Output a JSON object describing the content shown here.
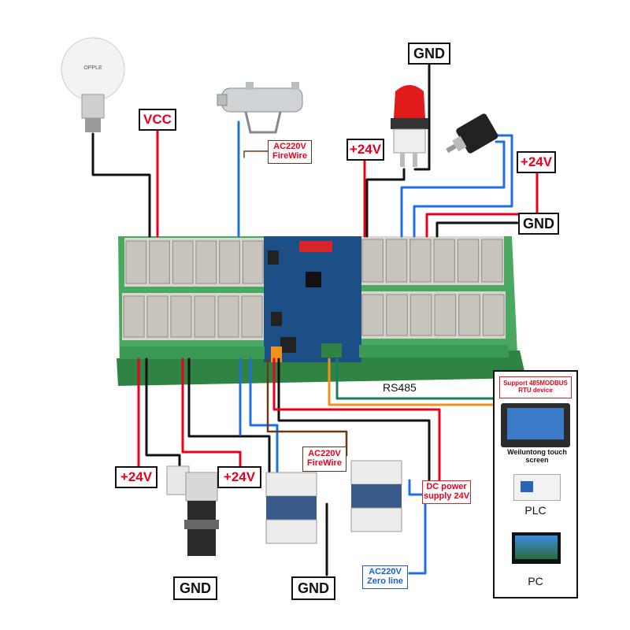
{
  "labels": {
    "vcc": "VCC",
    "gnd_top": "GND",
    "plus24_top_left": "+24V",
    "plus24_top_right": "+24V",
    "gnd_right": "GND",
    "ac220_firewire_top": "AC220V FireWire",
    "rs485": "RS485",
    "plus24_bottom_left": "+24V",
    "plus24_bottom_mid": "+24V",
    "ac220_firewire_bottom": "AC220V FireWire",
    "dc_power": "DC power supply 24V",
    "ac220_zero": "AC220V Zero line",
    "gnd_bottom_left": "GND",
    "gnd_bottom_mid": "GND"
  },
  "device_panel": {
    "support": "Support 485MODBUS RTU device",
    "touch_screen": "Weiluntong touch screen",
    "plc": "PLC",
    "pc": "PC"
  },
  "bulb_brand": "OPPLE",
  "colors": {
    "red_wire": "#e8001c",
    "blue_wire": "#1f6fe0",
    "black_wire": "#111111",
    "brown_wire": "#6b3a12",
    "orange_wire": "#f0921e",
    "green_wire": "#1f7a5a",
    "board_pcb": "#1c4f86",
    "terminal_green": "#3a9a55"
  }
}
